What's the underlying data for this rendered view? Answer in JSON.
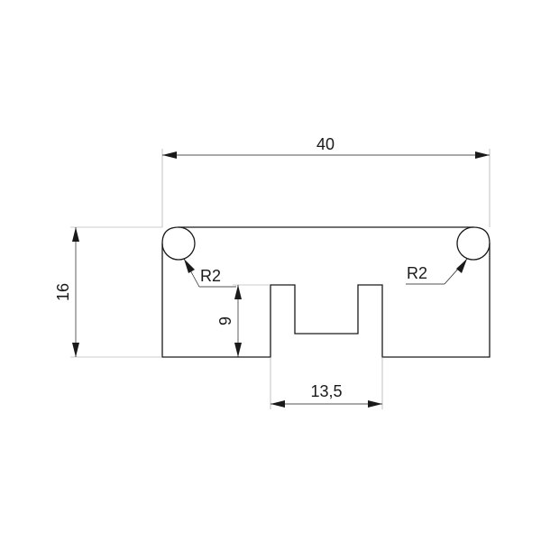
{
  "dimensions": {
    "overall_width": "40",
    "overall_height": "16",
    "slot_depth": "9",
    "slot_width": "13,5",
    "radius_left": "R2",
    "radius_right": "R2"
  }
}
